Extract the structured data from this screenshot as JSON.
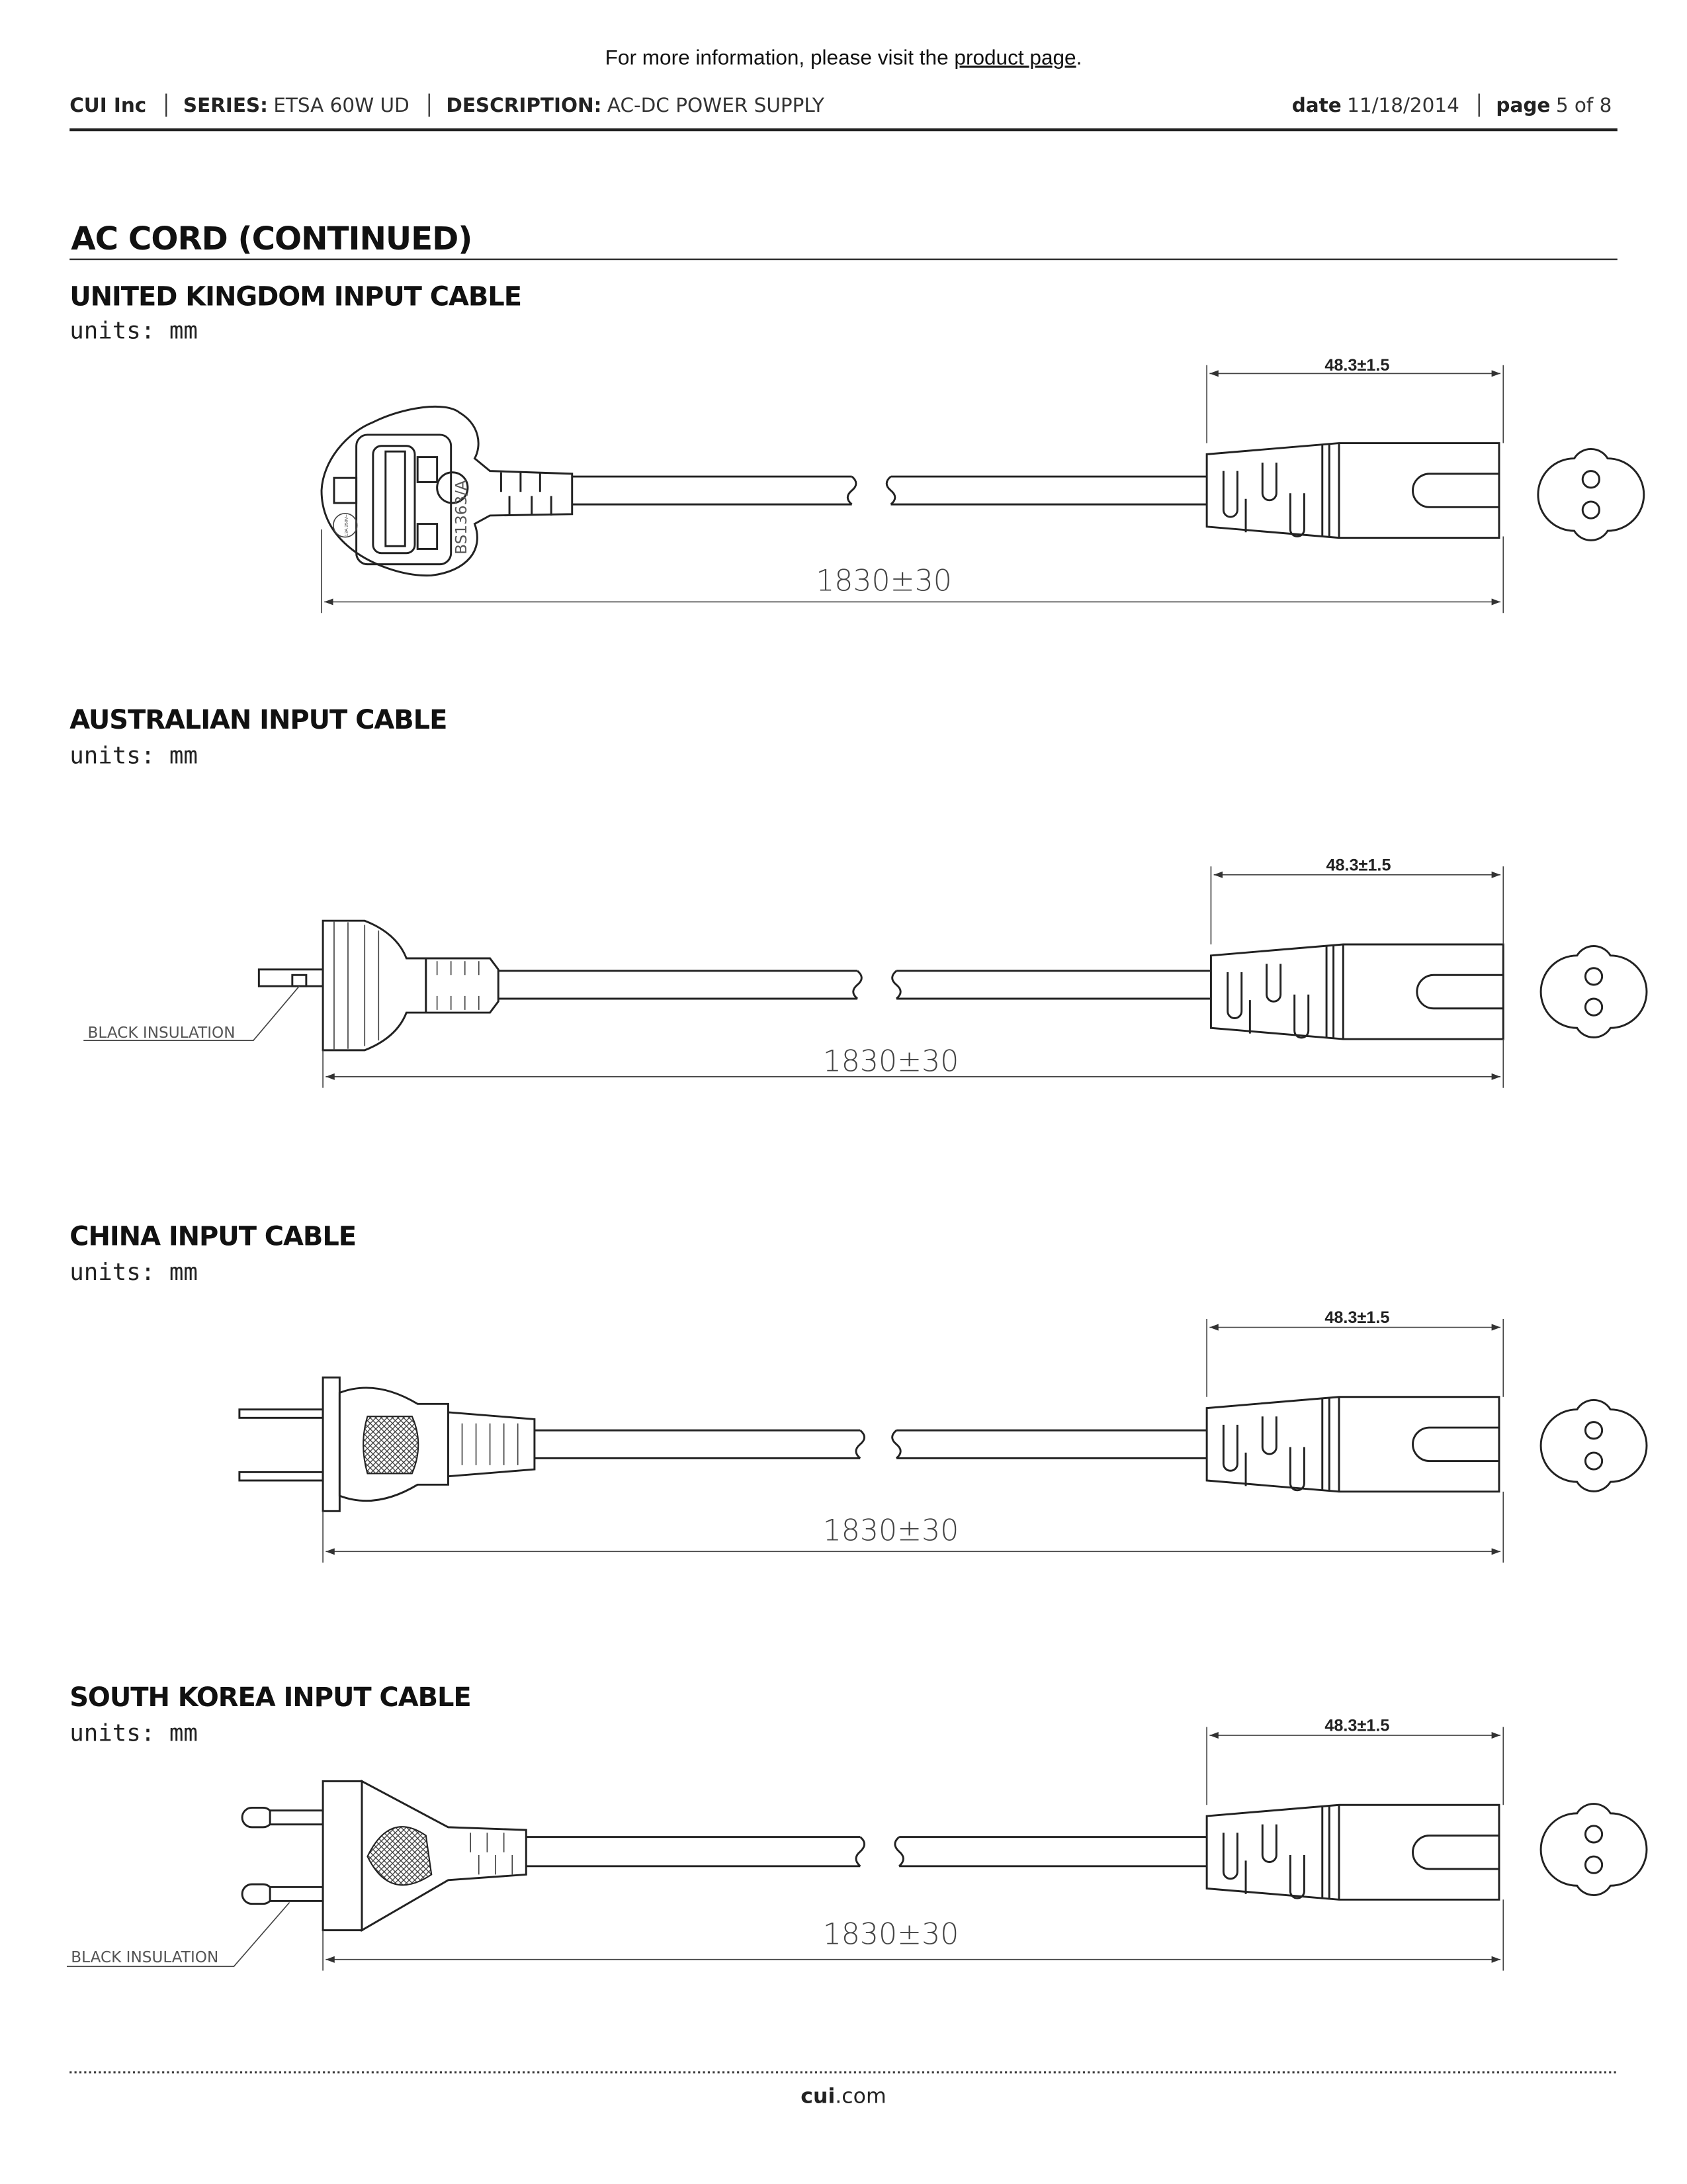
{
  "header": {
    "info_prefix": "For more information, please visit the ",
    "info_link": "product page",
    "info_suffix": ".",
    "company": "CUI Inc",
    "series_label": "SERIES:",
    "series_value": "ETSA 60W UD",
    "description_label": "DESCRIPTION:",
    "description_value": "AC-DC POWER SUPPLY",
    "date_label": "date",
    "date_value": "11/18/2014",
    "page_label": "page",
    "page_value": "5 of 8"
  },
  "section_title": "AC CORD (CONTINUED)",
  "cables": [
    {
      "title": "UNITED KINGDOM INPUT CABLE",
      "units": "units: mm",
      "connector_dim": "48.3±1.5",
      "length_dim": "1830±30",
      "plug_marking": "BS1363/A",
      "fuse_rating": "13A 250V~"
    },
    {
      "title": "AUSTRALIAN INPUT CABLE",
      "units": "units: mm",
      "connector_dim": "48.3±1.5",
      "length_dim": "1830±30",
      "callout": "BLACK  INSULATION"
    },
    {
      "title": "CHINA INPUT CABLE",
      "units": "units: mm",
      "connector_dim": "48.3±1.5",
      "length_dim": "1830±30"
    },
    {
      "title": "SOUTH KOREA INPUT CABLE",
      "units": "units: mm",
      "connector_dim": "48.3±1.5",
      "length_dim": "1830±30",
      "callout": "BLACK  INSULATION"
    }
  ],
  "footer": {
    "site_bold": "cui",
    "site_rest": ".com"
  }
}
